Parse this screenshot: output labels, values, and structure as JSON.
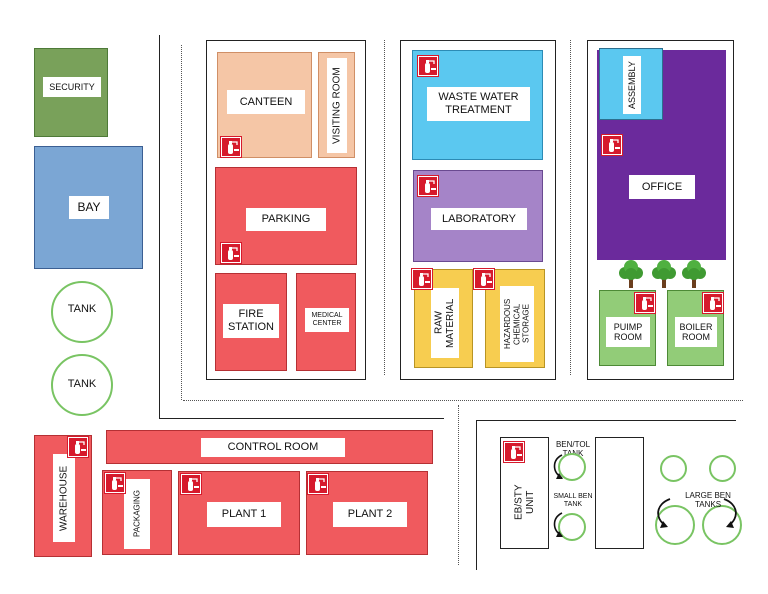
{
  "labels": {
    "security": "SECURITY",
    "bay": "BAY",
    "tank1": "TANK",
    "tank2": "TANK",
    "canteen": "CANTEEN",
    "visiting_room": "VISITING ROOM",
    "parking": "PARKING",
    "fire_station": "FIRE STATION",
    "medical_center": "MEDICAL CENTER",
    "waste_water": "WASTE WATER TREATMENT",
    "laboratory": "LABORATORY",
    "raw_material": "RAW MATERIAL",
    "hazardous": "HAZARDOUS CHEMICAL STORAGE",
    "assembly": "ASSEMBLY",
    "office": "OFFICE",
    "pump_room": "PUIMP ROOM",
    "boiler_room": "BOILER ROOM",
    "control_room": "CONTROL ROOM",
    "warehouse": "WAREHOUSE",
    "packaging": "PACKAGING",
    "plant1": "PLANT 1",
    "plant2": "PLANT 2",
    "eb_sty_unit": "EB/STY UNIT",
    "ben_tol_tank": "BEN/TOL TANK",
    "small_ben_tank": "SMALL BEN TANK",
    "large_ben_tanks": "LARGE BEN TANKS"
  },
  "colors": {
    "green_block": "#79a15a",
    "blue_block": "#7ba6d4",
    "peach": "#f5c6a6",
    "red": "#f05a5e",
    "cyan": "#5bc8f0",
    "lavender": "#a584c8",
    "yellow": "#f7cd50",
    "purple": "#6b2a9c",
    "light_green": "#92cc78",
    "tank_outline": "#79c463",
    "extinguisher": "#d61a2c",
    "tree": "#3f9a32"
  },
  "icons": {
    "extinguisher": "fire-extinguisher-icon",
    "tree": "tree-icon",
    "arrow": "curved-arrow-icon"
  }
}
